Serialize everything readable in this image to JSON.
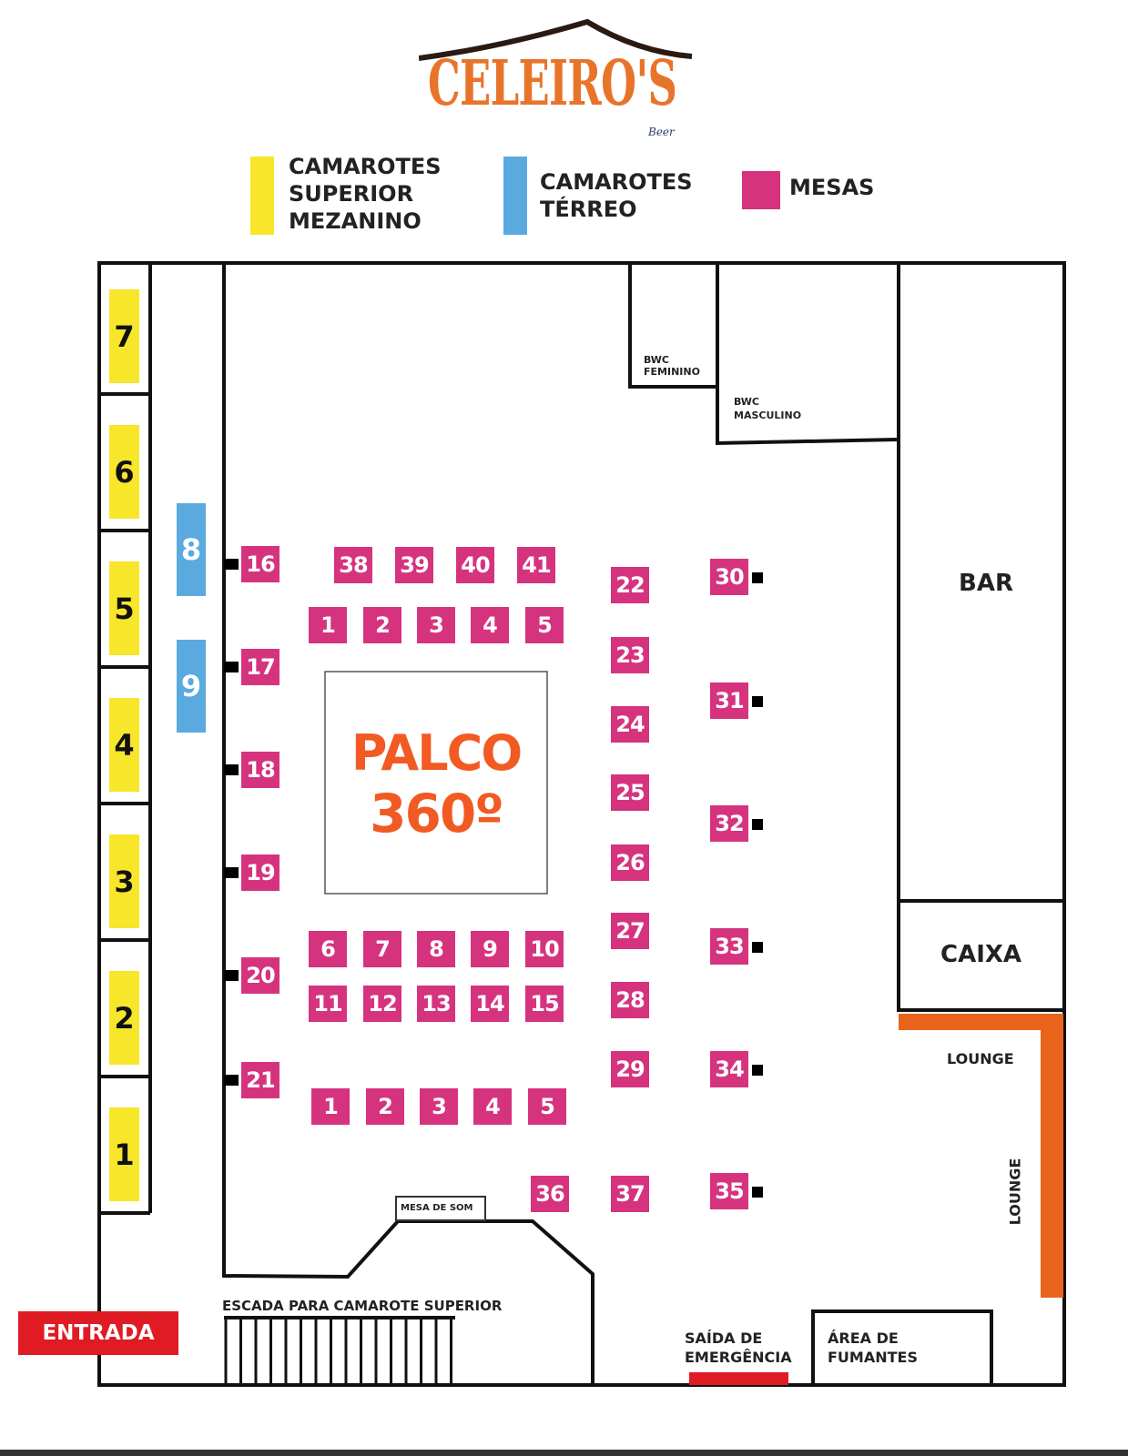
{
  "logo": {
    "name": "CELEIRO'S",
    "sub": "Beer"
  },
  "legend": [
    {
      "label": "CAMAROTES SUPERIOR MEZANINO",
      "lines": [
        "CAMAROTES",
        "SUPERIOR",
        "MEZANINO"
      ],
      "color": "#f7e62a"
    },
    {
      "label": "CAMAROTES TÉRREO",
      "lines": [
        "CAMAROTES",
        "TÉRREO"
      ],
      "color": "#5aaae0"
    },
    {
      "label": "MESAS",
      "lines": [
        "MESAS"
      ],
      "color": "#d6337f"
    }
  ],
  "camarotes_superior": [
    "7",
    "6",
    "5",
    "4",
    "3",
    "2",
    "1"
  ],
  "camarotes_terreo": [
    "8",
    "9"
  ],
  "mesas": {
    "left_column": [
      "16",
      "17",
      "18",
      "19",
      "20",
      "21"
    ],
    "top_row": [
      "38",
      "39",
      "40",
      "41"
    ],
    "row_a": [
      "1",
      "2",
      "3",
      "4",
      "5"
    ],
    "row_b": [
      "6",
      "7",
      "8",
      "9",
      "10"
    ],
    "row_c": [
      "11",
      "12",
      "13",
      "14",
      "15"
    ],
    "row_d": [
      "1",
      "2",
      "3",
      "4",
      "5"
    ],
    "middle_column": [
      "22",
      "23",
      "24",
      "25",
      "26",
      "27",
      "28",
      "29",
      "37"
    ],
    "extra": [
      "36"
    ],
    "right_column": [
      "30",
      "31",
      "32",
      "33",
      "34",
      "35"
    ]
  },
  "areas": {
    "stage_line1": "PALCO",
    "stage_line2": "360º",
    "bwc_feminino": [
      "BWC",
      "FEMININO"
    ],
    "bwc_masculino": [
      "BWC",
      "MASCULINO"
    ],
    "bar": "BAR",
    "caixa": "CAIXA",
    "lounge_h": "LOUNGE",
    "lounge_v": "LOUNGE",
    "mesa_de_som": "MESA DE SOM",
    "escada": "ESCADA PARA CAMAROTE SUPERIOR",
    "entrada": "ENTRADA",
    "saida": [
      "SAÍDA DE",
      "EMERGÊNCIA"
    ],
    "fumantes": [
      "ÁREA DE",
      "FUMANTES"
    ]
  },
  "colors": {
    "mesa": "#d6337f",
    "superior": "#f7e62a",
    "terreo": "#5aaae0",
    "accent": "#f15a22",
    "lounge": "#e8641a",
    "entrada": "#e01b24"
  }
}
